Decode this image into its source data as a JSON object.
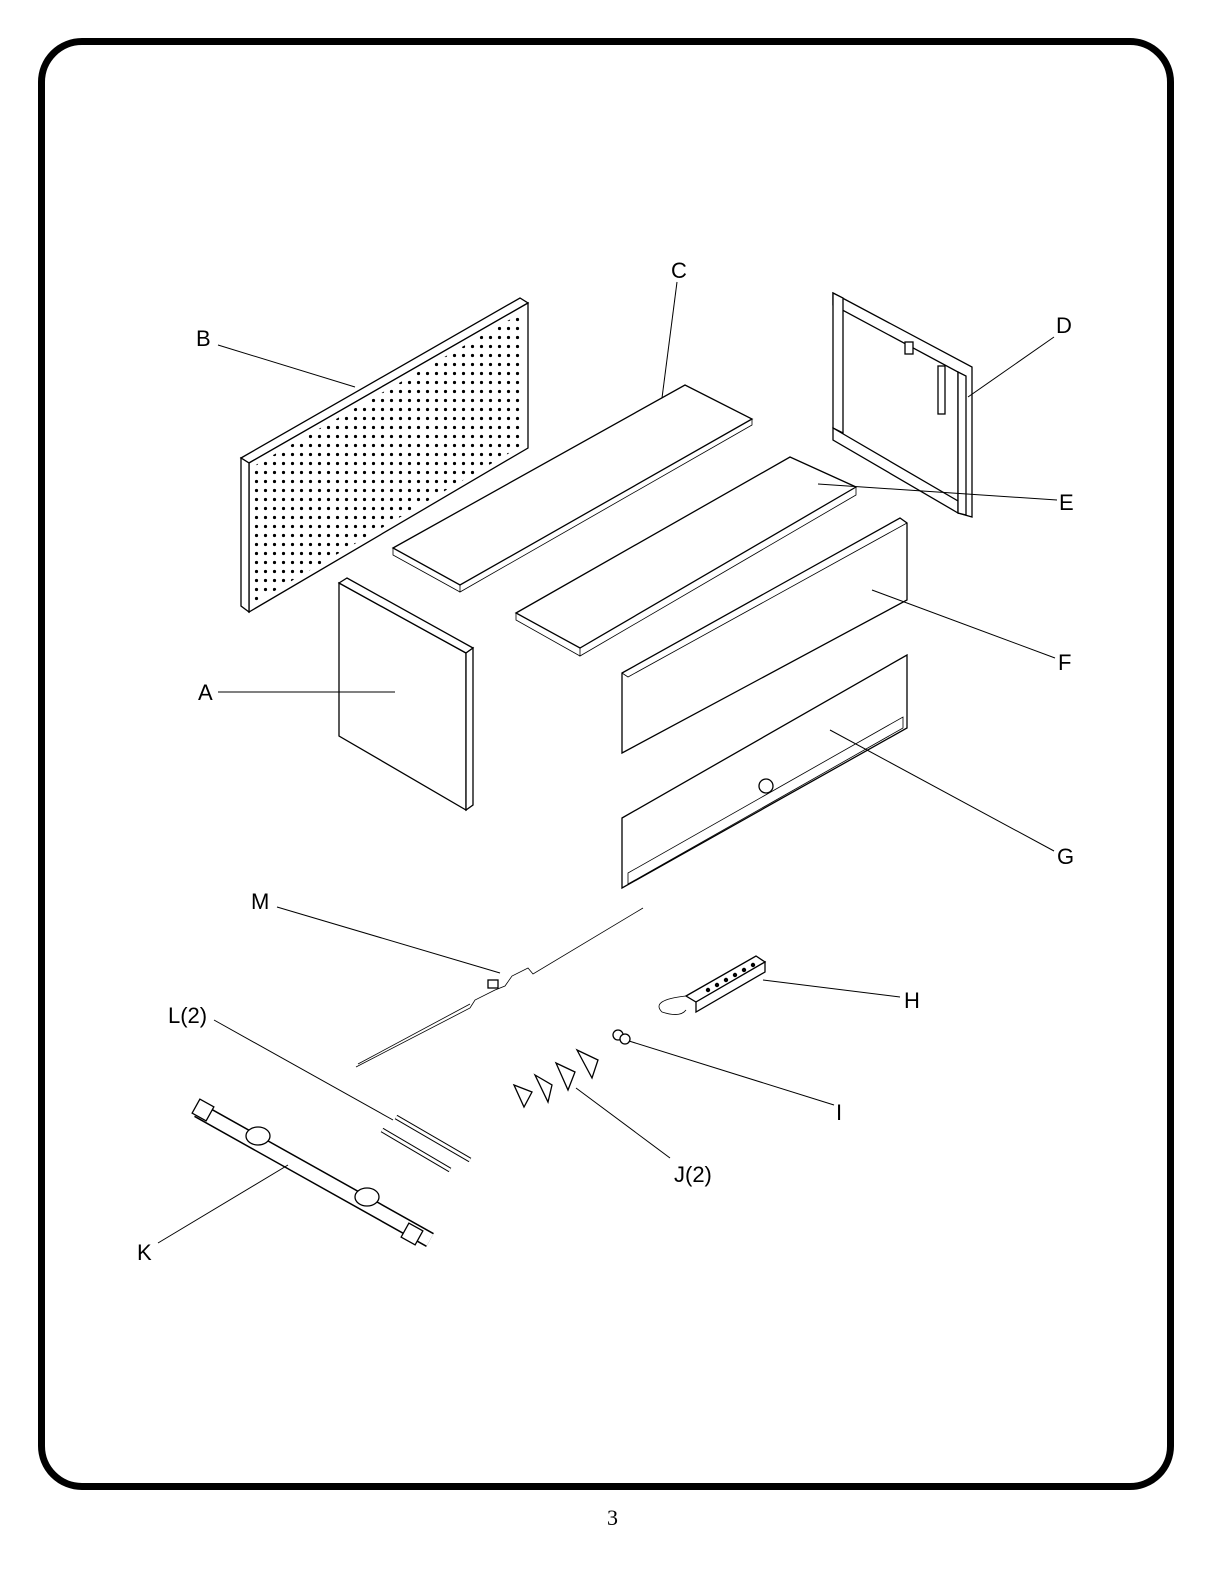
{
  "page": {
    "number": "3"
  },
  "diagram": {
    "labels": {
      "A": "A",
      "B": "B",
      "C": "C",
      "D": "D",
      "E": "E",
      "F": "F",
      "G": "G",
      "H": "H",
      "I": "I",
      "J": "J(2)",
      "K": "K",
      "L": "L(2)",
      "M": "M"
    }
  }
}
